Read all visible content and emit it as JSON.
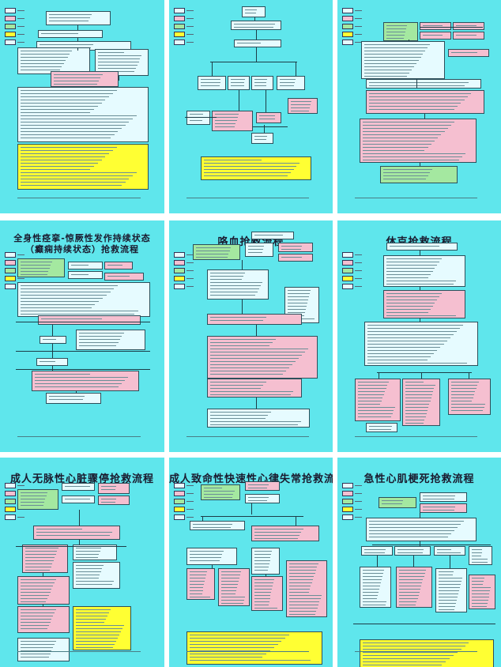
{
  "panels": [
    {
      "title": ""
    },
    {
      "title": ""
    },
    {
      "title": ""
    },
    {
      "title": "全身性痉挛-惊厥性发作持续状态（癫痫持续状态）抢救流程",
      "title_lines": [
        "全身性痉挛-惊厥性发作持续状态",
        "（癫痫持续状态）抢救流程"
      ]
    },
    {
      "title": "咯血抢救流程"
    },
    {
      "title": "休克抢救流程"
    },
    {
      "title": "成人无脉性心脏骤停抢救流程"
    },
    {
      "title": "成人致命性快速性心律失常抢救流程"
    },
    {
      "title": "急性心肌梗死抢救流程"
    }
  ],
  "colors": {
    "background": "#5fe6ec",
    "box_white": "#e6fbff",
    "box_pink": "#f5bfd0",
    "box_green": "#a4e8a0",
    "box_yellow": "#ffff33"
  }
}
